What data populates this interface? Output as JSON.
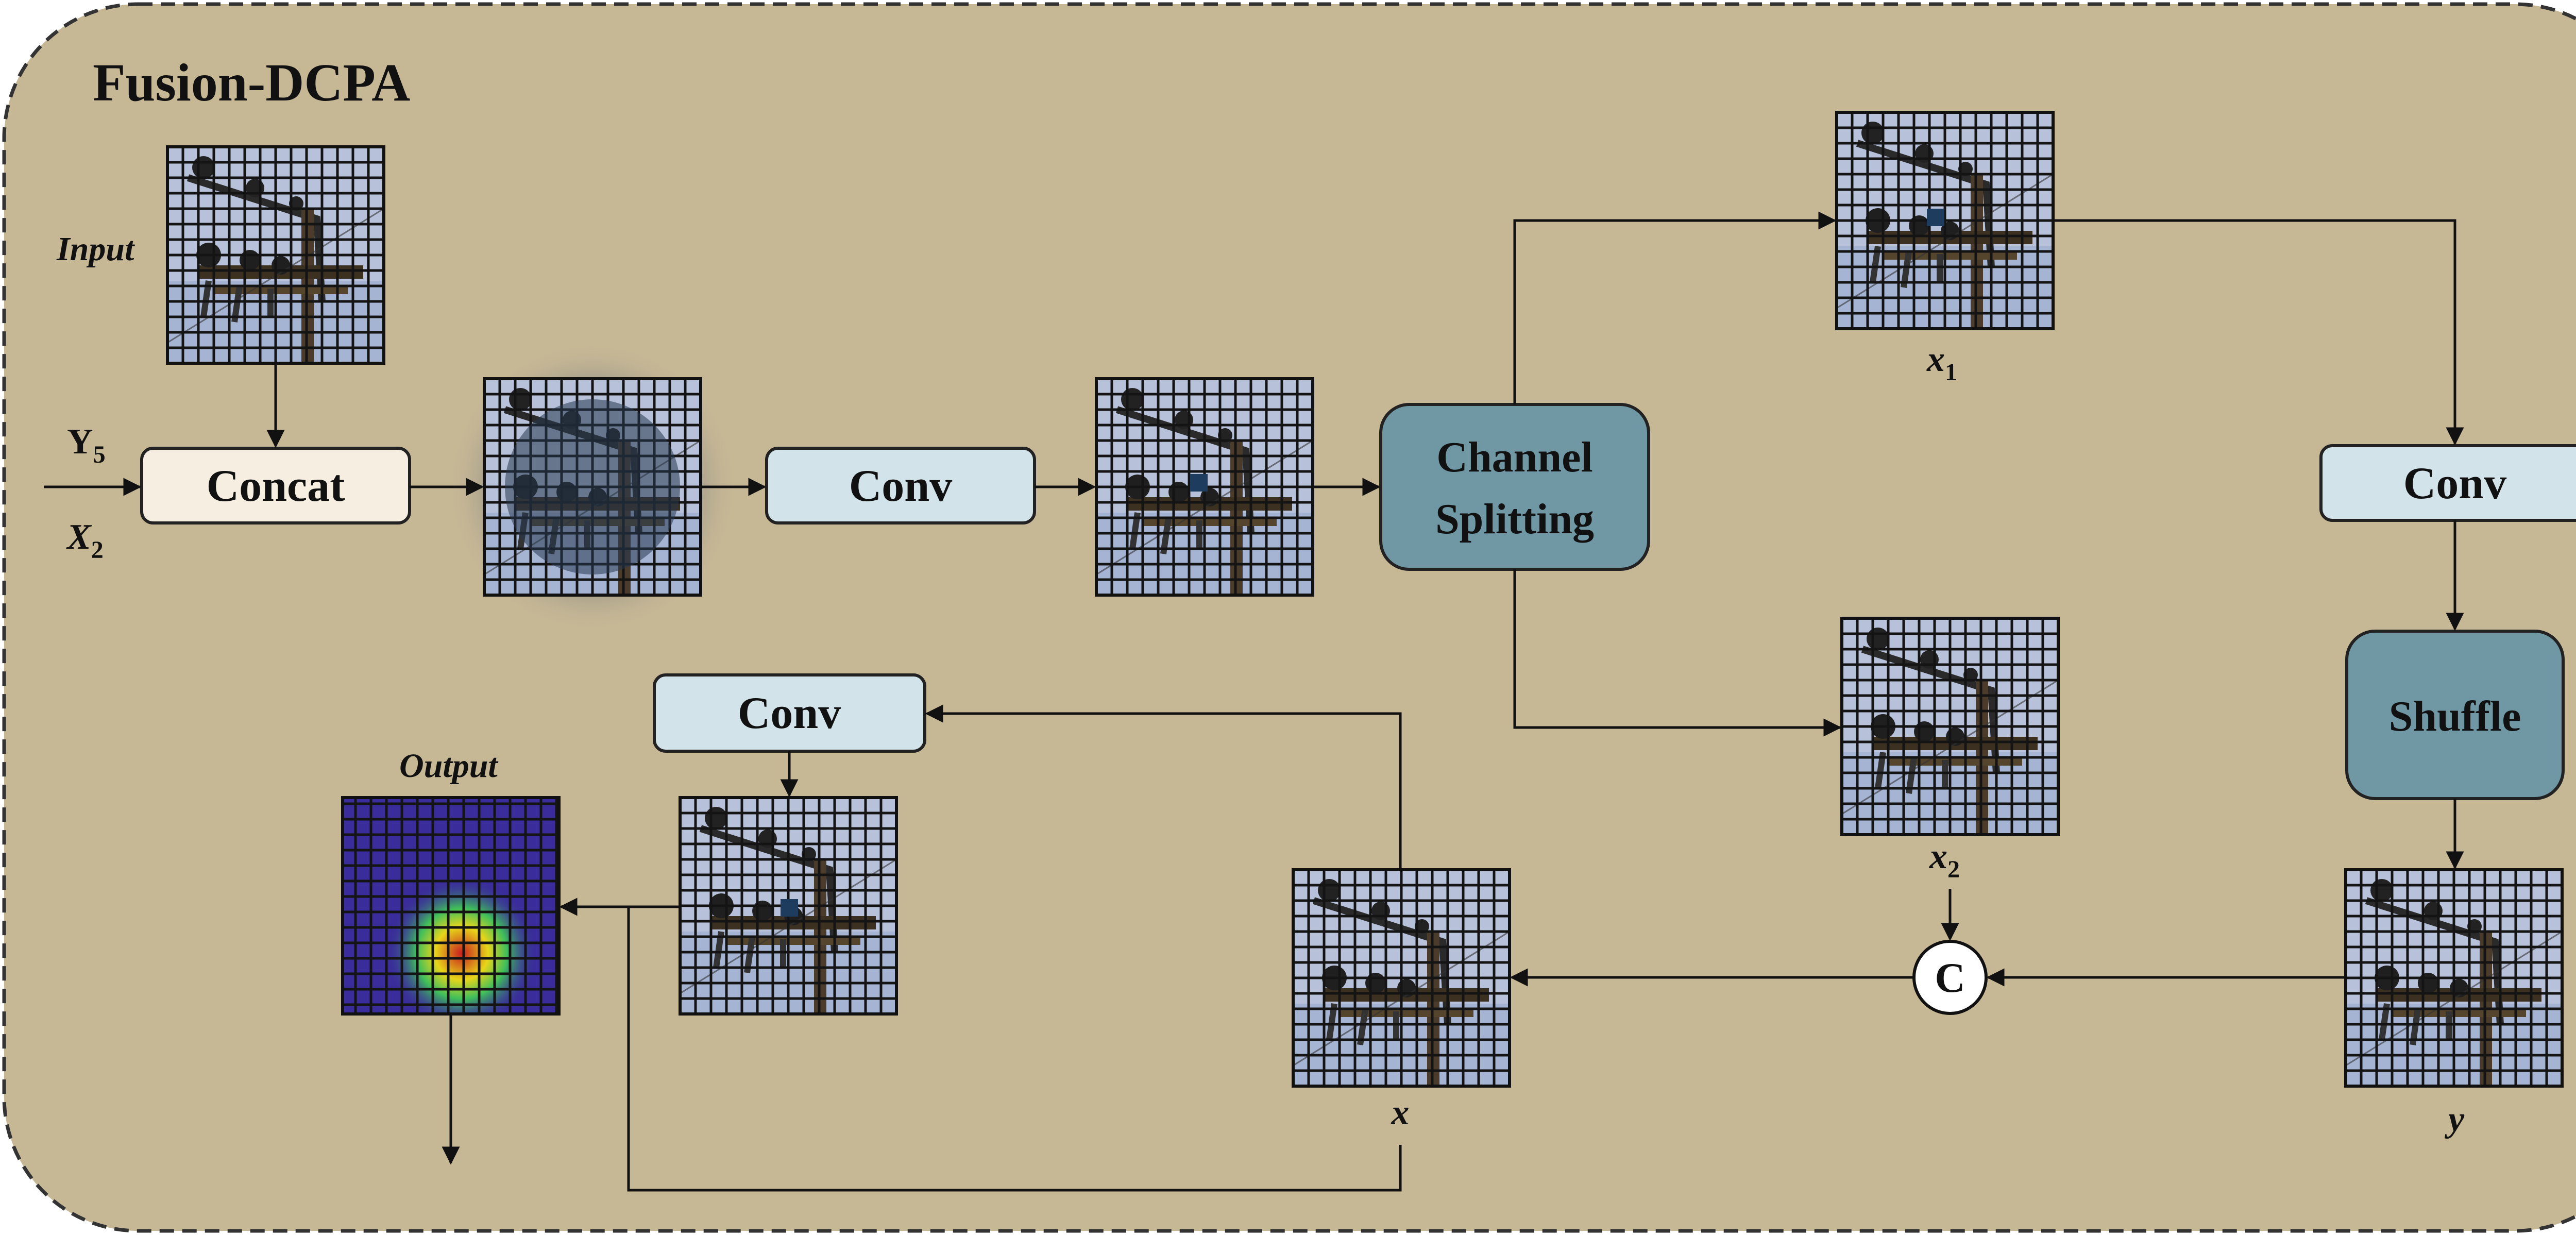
{
  "title": "Fusion-DCPA",
  "labels": {
    "input": "Input",
    "output": "Output",
    "y5": "Y",
    "y5_sub": "5",
    "x2_in": "X",
    "x2_in_sub": "2",
    "x1": "x",
    "x1_sub": "1",
    "x2": "x",
    "x2_sub": "2",
    "x": "x",
    "y": "y",
    "concat_symbol": "C"
  },
  "blocks": {
    "concat": "Concat",
    "conv_1": "Conv",
    "channel_splitting_line1": "Channel",
    "channel_splitting_line2": "Splitting",
    "conv_2": "Conv",
    "shuffle": "Shuffle",
    "conv_3": "Conv"
  },
  "colors": {
    "background": "#c6b795",
    "concat_fill": "#f6eee0",
    "conv_fill": "#d2e3ea",
    "dark_block_fill": "#6f97a4",
    "grid_fill": "#b7c2da",
    "heatmap_fill": "#3a2c9a"
  }
}
